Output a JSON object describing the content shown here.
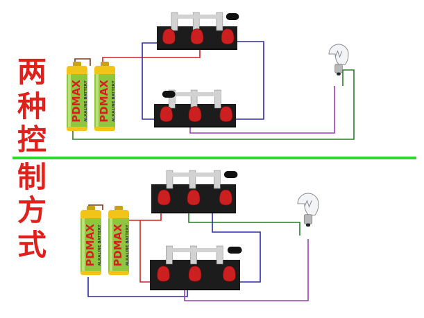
{
  "title": {
    "chars": [
      "两",
      "种",
      "控",
      "制",
      "方",
      "式"
    ],
    "color": "#e0201a"
  },
  "divider_color": "#2fd92f",
  "battery": {
    "brand": "PDMAX",
    "label": "ALKALINE BATTERY",
    "body_color": "#8ec63f",
    "cap_color": "#f0c418",
    "brand_color": "#d42020"
  },
  "wire_colors": {
    "red": "#d42020",
    "blue": "#2a2aa8",
    "purple": "#9a3cb8",
    "green": "#2b7a2b",
    "brown": "#7a3a18"
  },
  "switch_colors": {
    "base": "#1c1c1c",
    "terminal": "#cc1f1f",
    "blade": "#d2d2d2"
  },
  "bulb_colors": {
    "glass": "#f2f4f8",
    "base": "#b8b8b8",
    "filament": "#8a8a8a"
  }
}
